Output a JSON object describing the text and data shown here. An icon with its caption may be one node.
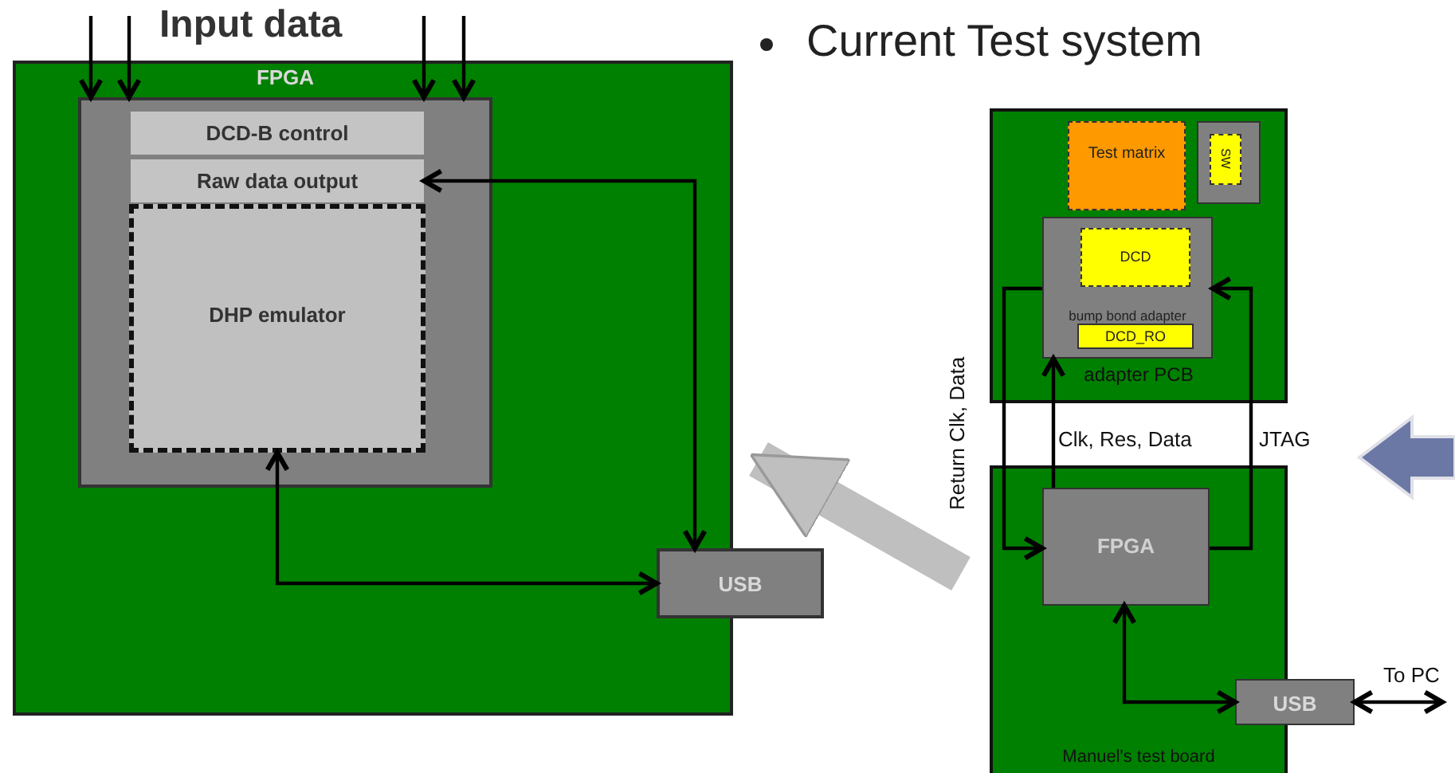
{
  "diagram": {
    "title": "Current Test system",
    "nodes": [
      {
        "text": [],
        "shape": "box"
      },
      {
        "text": [
          "FPGA"
        ],
        "in": 0
      },
      {
        "text": [
          "DCD-B control"
        ],
        "in": 1
      },
      {
        "text": [
          "Raw data output"
        ],
        "in": 1
      },
      {
        "text": [
          "DHP emulator"
        ],
        "in": 1
      },
      {
        "text": [
          "USB"
        ]
      },
      {
        "text": [
          "adapter PCB"
        ]
      },
      {
        "text": [
          "Test matrix"
        ],
        "in": 6
      },
      {
        "text": [],
        "shape": "box",
        "in": 6
      },
      {
        "text": [
          "SW"
        ],
        "in": 8
      },
      {
        "text": [
          "bump bond adapter"
        ],
        "in": 6
      },
      {
        "text": [
          "DCD"
        ],
        "in": 10
      },
      {
        "text": [
          "DCD_RO"
        ],
        "in": 10
      },
      {
        "text": [
          "Manuel's test board"
        ]
      },
      {
        "text": [
          "FPGA"
        ],
        "in": 13
      },
      {
        "text": [
          "USB"
        ]
      }
    ],
    "edges": [
      {
        "from": null,
        "to": 1,
        "arrow": "to"
      },
      {
        "from": null,
        "to": 1,
        "arrow": "to"
      },
      {
        "from": null,
        "to": 1,
        "arrow": "to"
      },
      {
        "from": null,
        "to": 1,
        "arrow": "to"
      },
      {
        "from": 5,
        "to": 3,
        "arrow": "both"
      },
      {
        "from": 5,
        "to": 4,
        "arrow": "both"
      },
      {
        "from": 14,
        "to": 10,
        "arrow": "to",
        "label": "Clk, Res, Data"
      },
      {
        "from": 10,
        "to": 14,
        "arrow": "to",
        "label": "Return Clk, Data"
      },
      {
        "from": 14,
        "to": 10,
        "arrow": "to",
        "label": "JTAG"
      },
      {
        "from": 14,
        "to": 15,
        "arrow": "both"
      },
      {
        "from": 15,
        "to": null,
        "arrow": "both",
        "label": "To PC"
      },
      {
        "from": 13,
        "to": 0,
        "arrow": "to",
        "style": "thick",
        "color": "#bfbfbf"
      }
    ],
    "labels": [
      "Input data"
    ]
  }
}
